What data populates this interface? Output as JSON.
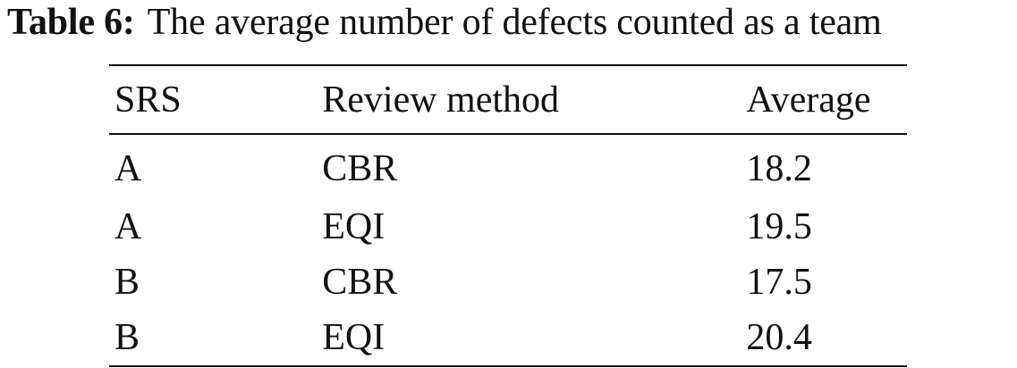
{
  "caption": {
    "label": "Table 6:",
    "text": "The average number of defects counted as a team"
  },
  "table": {
    "headers": {
      "srs": "SRS",
      "method": "Review method",
      "average": "Average"
    },
    "rows": [
      {
        "srs": "A",
        "method": "CBR",
        "average": "18.2"
      },
      {
        "srs": "A",
        "method": "EQI",
        "average": "19.5"
      },
      {
        "srs": "B",
        "method": "CBR",
        "average": "17.5"
      },
      {
        "srs": "B",
        "method": "EQI",
        "average": "20.4"
      }
    ]
  }
}
